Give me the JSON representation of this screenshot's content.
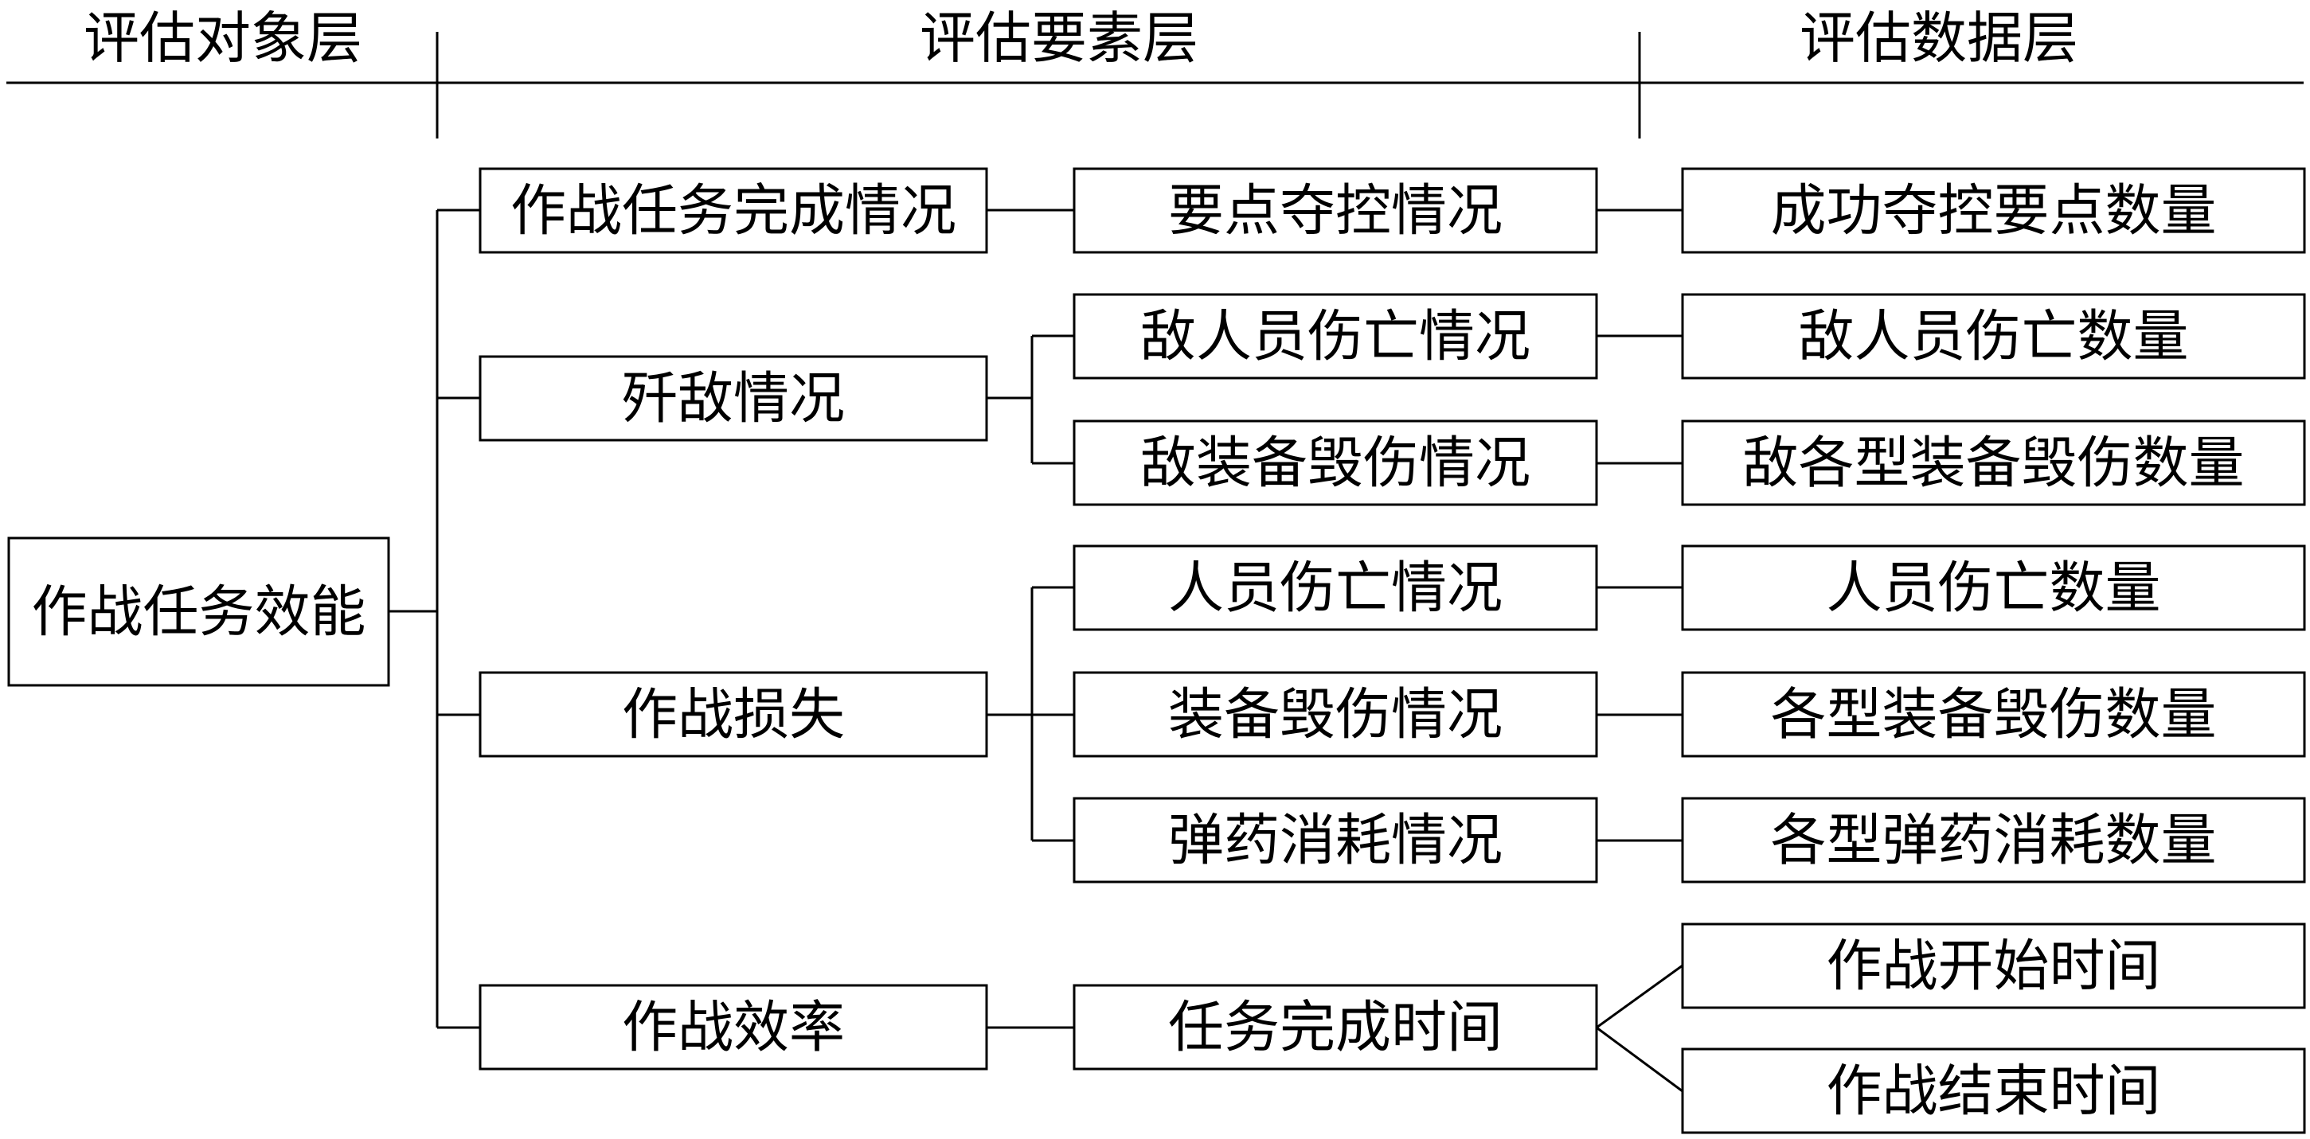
{
  "layers": {
    "object": "评估对象层",
    "element": "评估要素层",
    "data": "评估数据层"
  },
  "root": "作战任务效能",
  "level1": [
    "作战任务完成情况",
    "歼敌情况",
    "作战损失",
    "作战效率"
  ],
  "level2": [
    "要点夺控情况",
    "敌人员伤亡情况",
    "敌装备毁伤情况",
    "人员伤亡情况",
    "装备毁伤情况",
    "弹药消耗情况",
    "任务完成时间"
  ],
  "level3": [
    "成功夺控要点数量",
    "敌人员伤亡数量",
    "敌各型装备毁伤数量",
    "人员伤亡数量",
    "各型装备毁伤数量",
    "各型弹药消耗数量",
    "作战开始时间",
    "作战结束时间"
  ]
}
